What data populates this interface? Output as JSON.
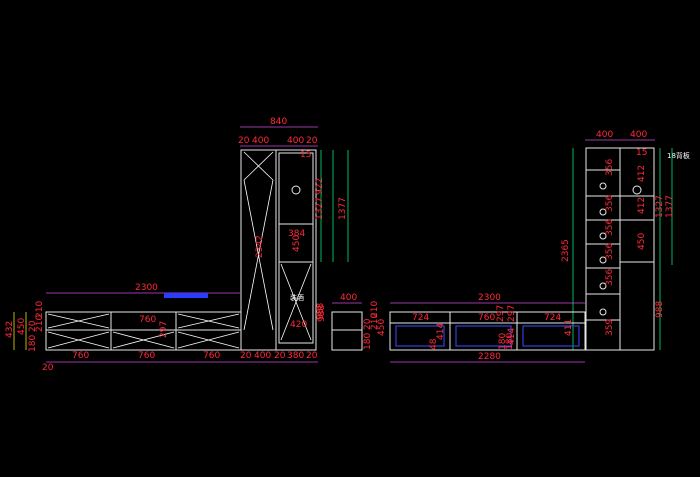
{
  "colors": {
    "background": "#000000",
    "dimension_text": "#ff2a3a",
    "outline": "#e8e8e8",
    "dimension_line_green": "#00e676",
    "dimension_line_magenta": "#d04adf",
    "leader_yellow": "#e6e600",
    "glass_panel": "#3a4cff"
  },
  "left_drawing": {
    "tall_cabinet": {
      "top_width": "840",
      "top_parts": [
        "20",
        "400",
        "400",
        "20"
      ],
      "label_bottom_hint": "装酒"
    },
    "tv_bench": {
      "total_width": "2300",
      "drawer_width": "760",
      "drawer_height": "297",
      "section_widths": [
        "760",
        "760",
        "760"
      ],
      "bottom_parts": [
        "20",
        "20",
        "400",
        "20",
        "380",
        "20"
      ],
      "left_heights": [
        "432",
        "450",
        "180",
        "20",
        "210",
        "210"
      ]
    },
    "tall_cabinet_dims": {
      "overall_height": "2342",
      "heights_right": [
        "1327",
        "1377",
        "922"
      ],
      "inner_labels": [
        "384",
        "450",
        "420",
        "15"
      ],
      "lower_height": "988"
    }
  },
  "right_drawing": {
    "tall_cabinet": {
      "top_parts": [
        "400",
        "400"
      ],
      "back_board_note": "18背板",
      "overall_height": "2365",
      "shelf_spacings": [
        "356",
        "356",
        "356",
        "356",
        "356",
        "359"
      ],
      "right_heights": [
        "412",
        "412",
        "450",
        "1327",
        "1377",
        "988"
      ],
      "top_small": "15"
    },
    "side_unit": {
      "width": "400",
      "heights": [
        "988",
        "180",
        "20",
        "210",
        "210",
        "450"
      ]
    },
    "tv_bench": {
      "total_width": "2300",
      "bottom_width": "2280",
      "sections": [
        "724",
        "760",
        "724"
      ],
      "drawer_labels": [
        "297",
        "297"
      ],
      "inner_heights": [
        "414",
        "414",
        "411"
      ],
      "misc": [
        "48",
        "180",
        "180"
      ]
    }
  }
}
